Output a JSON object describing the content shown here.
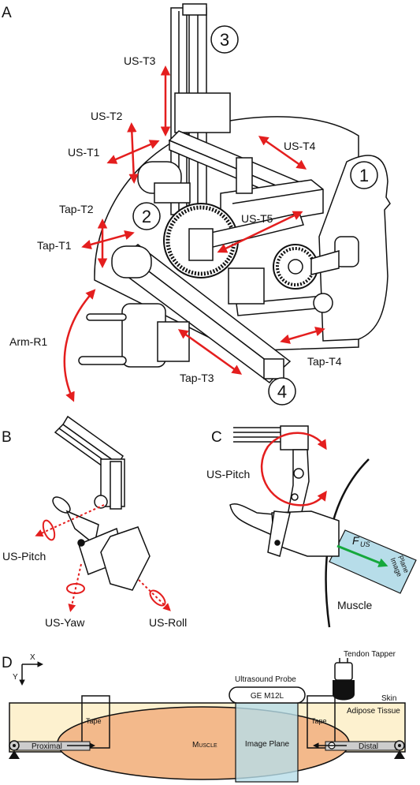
{
  "panels": {
    "a": "A",
    "b": "B",
    "c": "C",
    "d": "D"
  },
  "panel_a": {
    "numbers": [
      "1",
      "2",
      "3",
      "4"
    ],
    "motions": {
      "us_t1": "US-T1",
      "us_t2": "US-T2",
      "us_t3": "US-T3",
      "us_t4": "US-T4",
      "us_t5": "US-T5",
      "tap_t1": "Tap-T1",
      "tap_t2": "Tap-T2",
      "tap_t3": "Tap-T3",
      "tap_t4": "Tap-T4",
      "arm_r1": "Arm-R1"
    }
  },
  "panel_b": {
    "us_pitch": "US-Pitch",
    "us_yaw": "US-Yaw",
    "us_roll": "US-Roll"
  },
  "panel_c": {
    "us_pitch": "US-Pitch",
    "force_label": "F",
    "force_subscript": "US",
    "image_plane_line1": "Image",
    "image_plane_line2": "Plane",
    "muscle": "Muscle"
  },
  "panel_d": {
    "axis_x": "X",
    "axis_y": "Y",
    "tendon_tapper": "Tendon Tapper",
    "ultrasound_probe": "Ultrasound Probe",
    "probe_model": "GE M12L",
    "skin": "Skin",
    "adipose": "Adipose Tissue",
    "tape_left": "Tape",
    "tape_right": "Tape",
    "muscle": "Muscle",
    "image_plane": "Image Plane",
    "proximal": "Proximal",
    "distal": "Distal"
  },
  "colors": {
    "accent_red": "#e41e1e",
    "adipose": "#fdf1cf",
    "muscle": "#f3b98b",
    "image_plane": "#b7dde9",
    "force_arrow": "#15a83c",
    "bar_gray": "#cccccc"
  }
}
